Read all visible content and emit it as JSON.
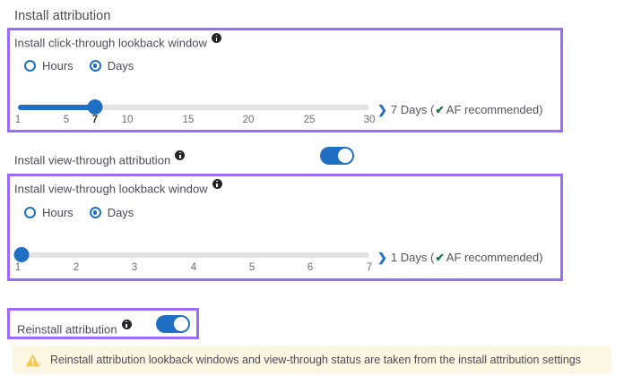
{
  "section": {
    "title": "Install attribution"
  },
  "click_through": {
    "label": "Install click-through lookback window",
    "info_icon": "info-icon",
    "unit_options": [
      {
        "label": "Hours",
        "selected": false
      },
      {
        "label": "Days",
        "selected": true
      }
    ],
    "slider": {
      "ticks": [
        "1",
        "5",
        "7",
        "10",
        "15",
        "20",
        "25",
        "30"
      ],
      "min": 1,
      "max": 30,
      "value": 7,
      "current_tick": "7"
    },
    "value_chevron": "❯",
    "value_text": "7 Days (",
    "value_check": "✔",
    "value_suffix": " AF recommended)"
  },
  "view_through_toggle": {
    "label": "Install view-through attribution",
    "info_icon": "info-icon",
    "state": "on"
  },
  "view_through": {
    "label": "Install view-through lookback window",
    "info_icon": "info-icon",
    "unit_options": [
      {
        "label": "Hours",
        "selected": false
      },
      {
        "label": "Days",
        "selected": true
      }
    ],
    "slider": {
      "ticks": [
        "1",
        "2",
        "3",
        "4",
        "5",
        "6",
        "7"
      ],
      "min": 1,
      "max": 7,
      "value": 1,
      "current_tick": "1"
    },
    "value_chevron": "❯",
    "value_text": "1 Days (",
    "value_check": "✔",
    "value_suffix": " AF recommended)"
  },
  "reinstall": {
    "label": "Reinstall attribution",
    "info_icon": "info-icon",
    "state": "on"
  },
  "warning": {
    "icon": "warning-triangle-icon",
    "text": "Reinstall attribution lookback windows and view-through status are taken from the install attribution settings"
  },
  "colors": {
    "highlight_border": "#9b6bff",
    "accent_blue": "#1f6fc4",
    "check_green": "#1a7a3c",
    "warn_bg": "#fdf6e3",
    "warn_icon": "#f2c94c"
  }
}
